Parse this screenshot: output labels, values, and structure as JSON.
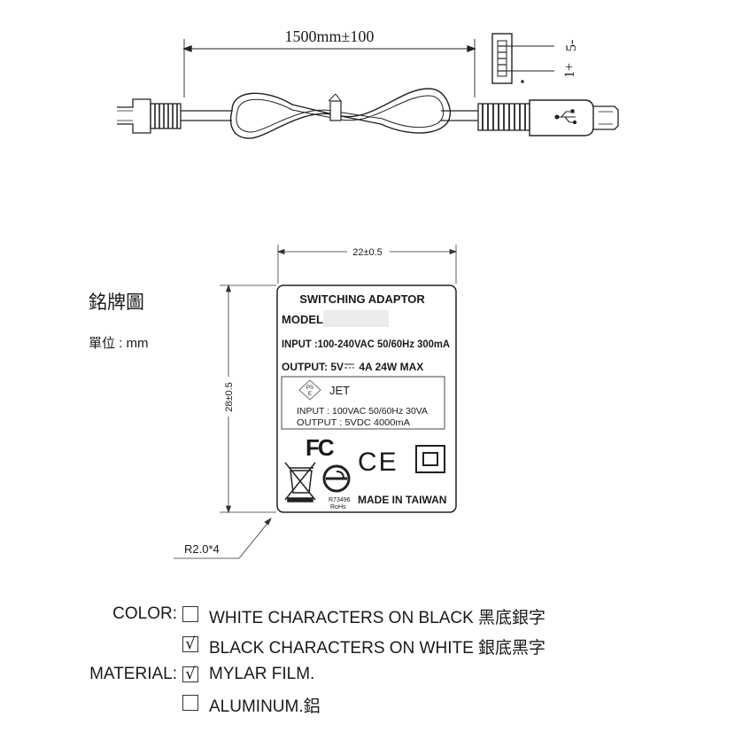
{
  "cable": {
    "length_label": "1500mm±100",
    "pin_neg": "5-",
    "pin_pos": "1+"
  },
  "nameplate": {
    "heading": "銘牌圖",
    "unit": "單位 : mm",
    "width_dim": "22±0.5",
    "height_dim": "28±0.5",
    "radius_dim": "R2.0*4",
    "title": "SWITCHING ADAPTOR",
    "model_label": "MODEL :",
    "input_line": "INPUT :100-240VAC 50/60Hz 300mA",
    "output_prefix": "OUTPUT:  5V",
    "output_suffix": " 4A 24W MAX",
    "jet_label": "JET",
    "pse_label": "PS\nE",
    "jet_input": "INPUT : 100VAC 50/60Hz 30VA",
    "jet_output": "OUTPUT : 5VDC 4000mA",
    "fc_mark": "FC",
    "ce_mark": "CE",
    "cert_code": "R73496",
    "rohs": "RoHs",
    "made_in": "MADE IN TAIWAN"
  },
  "options": {
    "color_label": "COLOR:",
    "material_label": "MATERIAL:",
    "color_1": {
      "text": "WHITE CHARACTERS ON BLACK 黑底銀字",
      "checked": ""
    },
    "color_2": {
      "text": "BLACK CHARACTERS ON WHITE 銀底黑字",
      "checked": "√"
    },
    "material_1": {
      "text": "MYLAR FILM.",
      "checked": "√"
    },
    "material_2": {
      "text": "ALUMINUM.鋁",
      "checked": ""
    }
  }
}
